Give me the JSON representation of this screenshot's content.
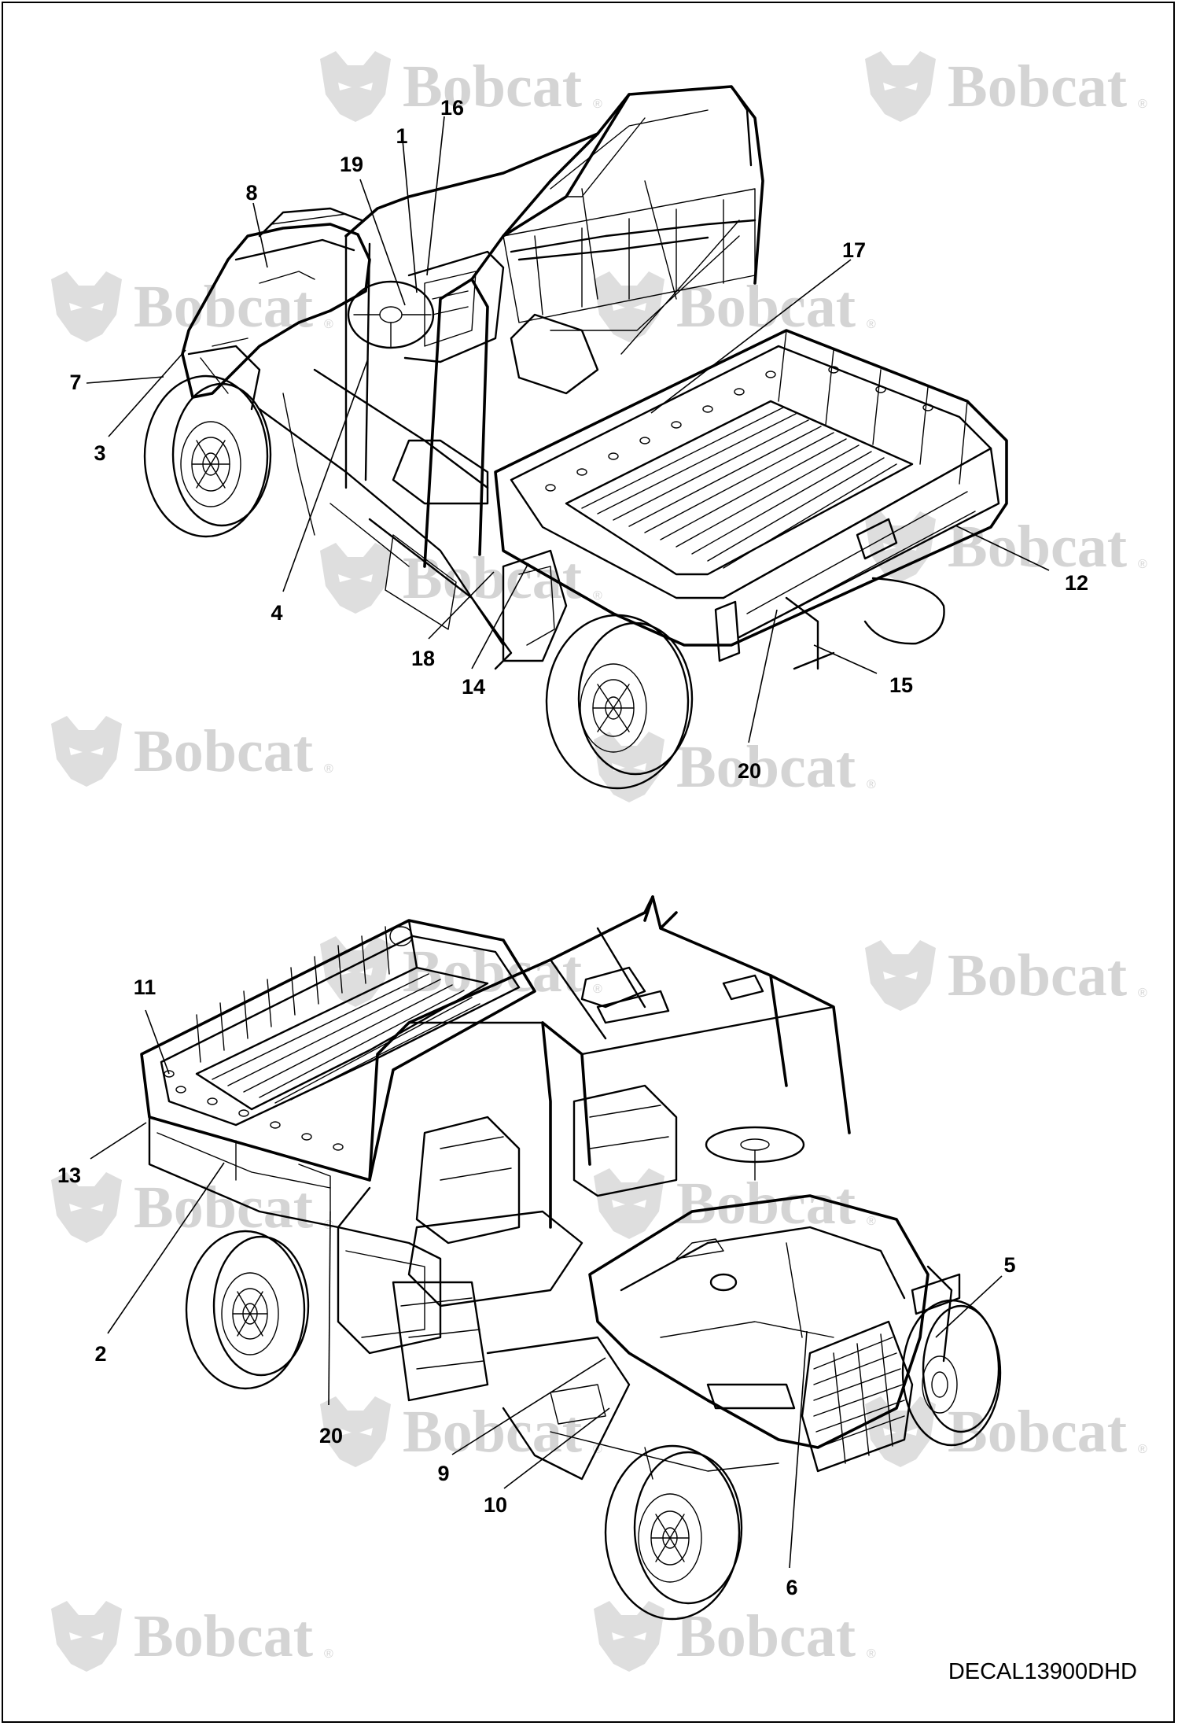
{
  "watermark": {
    "brand": "Bobcat",
    "reg": "®"
  },
  "upper_view": {
    "callouts": [
      "16",
      "1",
      "19",
      "8",
      "17",
      "7",
      "3",
      "4",
      "18",
      "14",
      "12",
      "15",
      "20"
    ]
  },
  "lower_view": {
    "callouts": [
      "11",
      "13",
      "2",
      "20",
      "5",
      "9",
      "10",
      "6"
    ]
  },
  "reference_code": "DECAL13900DHD"
}
